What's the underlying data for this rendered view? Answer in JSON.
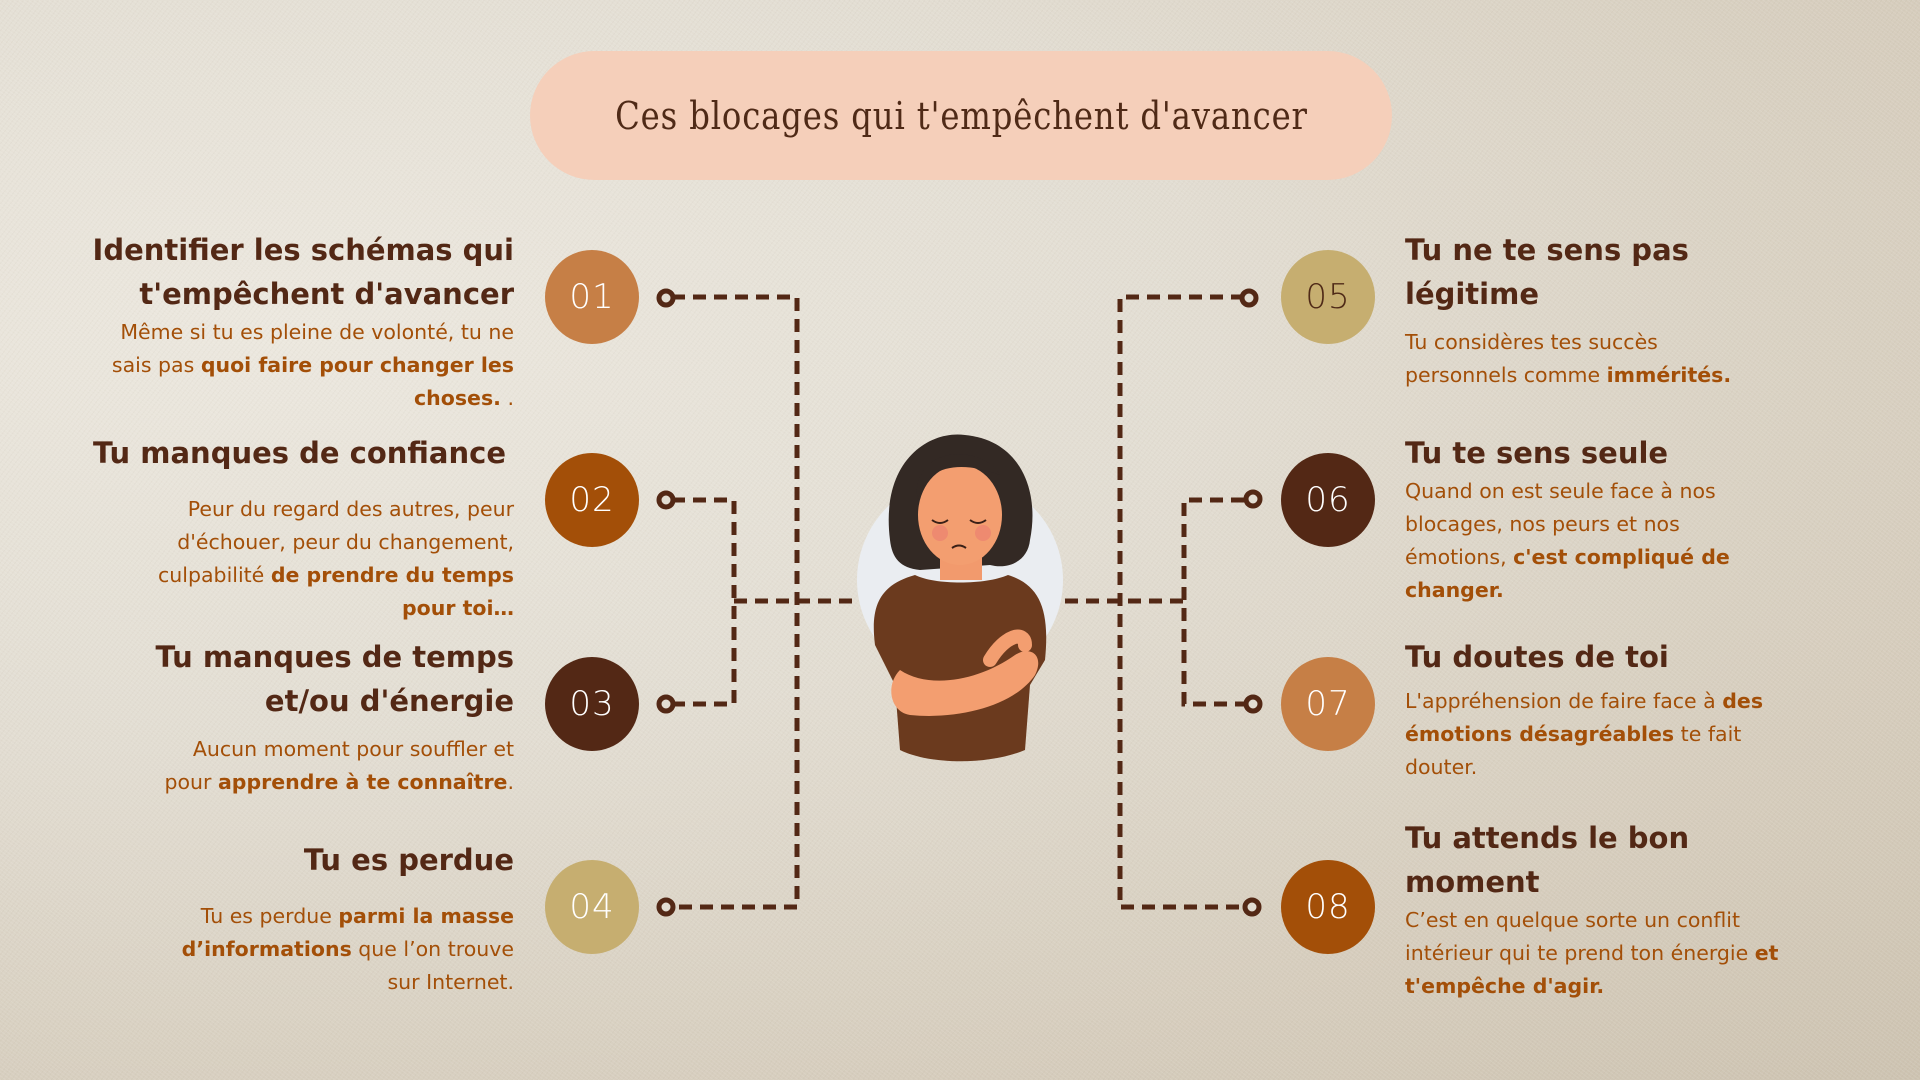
{
  "title": "Ces blocages qui t'empêchent d'avancer",
  "colors": {
    "background": "#e2ddd2",
    "title_pill": "#f5cfba",
    "heading": "#532815",
    "body_text": "#a34f08",
    "connector": "#532815",
    "circle_light_orange": "#c67f46",
    "circle_rust": "#a34f08",
    "circle_dark_brown": "#532815",
    "circle_gold": "#c6ae70"
  },
  "items": [
    {
      "number": "01",
      "side": "left",
      "circle_color": "#c67f46",
      "heading": "Identifier les schémas qui t'empêchent d'avancer",
      "text_1": "Même si tu es pleine de volonté, tu ne sais pas ",
      "bold_1": "quoi faire pour changer les choses.",
      "text_2": " ."
    },
    {
      "number": "02",
      "side": "left",
      "circle_color": "#a34f08",
      "heading": "Tu manques de confiance",
      "text_1": "Peur du regard des autres, peur d'échouer, peur du changement, culpabilité ",
      "bold_1": "de prendre du temps pour toi…",
      "text_2": ""
    },
    {
      "number": "03",
      "side": "left",
      "circle_color": "#532815",
      "heading": "Tu manques de temps et/ou d'énergie",
      "text_1": "Aucun moment pour souffler et pour ",
      "bold_1": "apprendre à te connaître",
      "text_2": "."
    },
    {
      "number": "04",
      "side": "left",
      "circle_color": "#c6ae70",
      "heading": "Tu es perdue",
      "text_1": "Tu es perdue ",
      "bold_1": "parmi la masse d’informations",
      "text_2": " que l’on trouve sur Internet."
    },
    {
      "number": "05",
      "side": "right",
      "circle_color": "#c6ae70",
      "heading": "Tu ne te sens pas légitime",
      "text_1": "Tu considères tes succès personnels comme ",
      "bold_1": "immérités.",
      "text_2": ""
    },
    {
      "number": "06",
      "side": "right",
      "circle_color": "#532815",
      "heading": "Tu te sens seule",
      "text_1": "Quand on est seule face à nos blocages, nos peurs et nos émotions, ",
      "bold_1": "c'est compliqué de changer.",
      "text_2": ""
    },
    {
      "number": "07",
      "side": "right",
      "circle_color": "#c67f46",
      "heading": "Tu doutes de toi",
      "text_1": "L'appréhension de faire face à ",
      "bold_1": "des émotions désagréables",
      "text_2": " te fait douter."
    },
    {
      "number": "08",
      "side": "right",
      "circle_color": "#a34f08",
      "heading": "Tu attends le bon moment",
      "text_1": "C’est en quelque sorte un conflit intérieur qui te prend ton énergie ",
      "bold_1": "et t'empêche d'agir.",
      "text_2": ""
    }
  ],
  "illustration": {
    "subject": "sad woman with crossed arms",
    "shirt_color": "#6b3a1e",
    "backdrop_color": "#eaedf1"
  }
}
